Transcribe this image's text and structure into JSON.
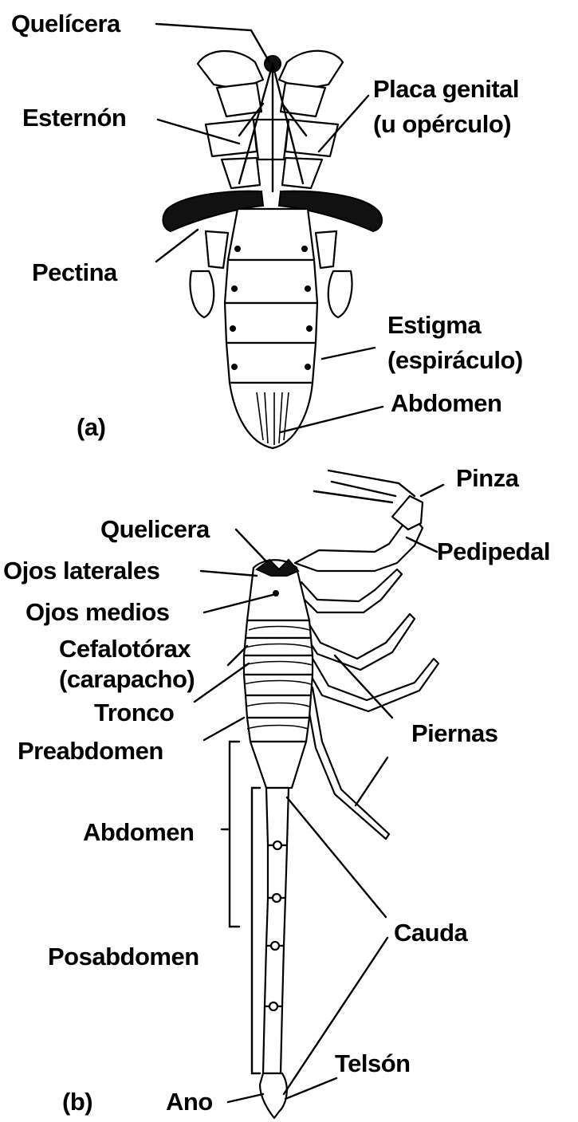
{
  "figure_a": {
    "panel_label": "(a)",
    "labels": {
      "quelicera": "Quelícera",
      "esternon": "Esternón",
      "placa_genital_1": "Placa genital",
      "placa_genital_2": "(u opérculo)",
      "pectina": "Pectina",
      "estigma_1": "Estigma",
      "estigma_2": "(espiráculo)",
      "abdomen": "Abdomen"
    }
  },
  "figure_b": {
    "panel_label": "(b)",
    "labels": {
      "pinza": "Pinza",
      "quelicera": "Quelicera",
      "ojos_laterales": "Ojos laterales",
      "ojos_medios": "Ojos medios",
      "pedipedal": "Pedipedal",
      "cefalotorax_1": "Cefalotórax",
      "cefalotorax_2": "(carapacho)",
      "tronco": "Tronco",
      "preabdomen": "Preabdomen",
      "piernas": "Piernas",
      "abdomen": "Abdomen",
      "cauda": "Cauda",
      "posabdomen": "Posabdomen",
      "telson": "Telsón",
      "ano": "Ano"
    }
  }
}
